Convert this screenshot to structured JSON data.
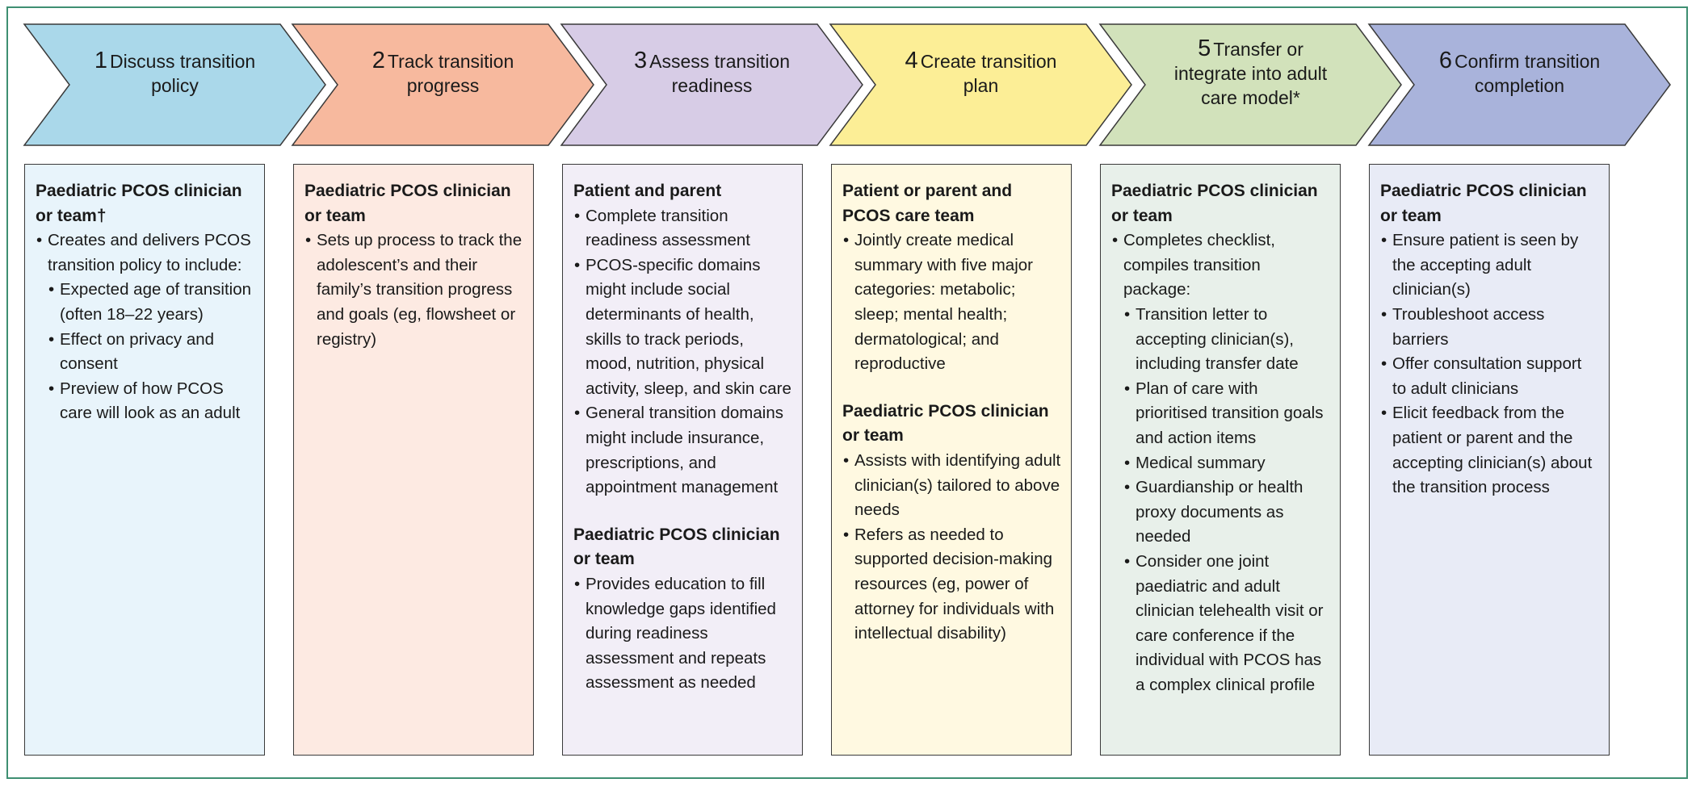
{
  "colors": {
    "border": "#3e8f72",
    "steps": [
      {
        "fill": "#aad8ea",
        "panel": "#e8f4fb"
      },
      {
        "fill": "#f7b99e",
        "panel": "#fdeae2"
      },
      {
        "fill": "#d7cce6",
        "panel": "#f2eef7"
      },
      {
        "fill": "#fcee96",
        "panel": "#fff9e1"
      },
      {
        "fill": "#d2e2bb",
        "panel": "#e8f0ea"
      },
      {
        "fill": "#a9b3db",
        "panel": "#e8ebf6"
      }
    ]
  },
  "steps": [
    {
      "num": "1",
      "title_l1": "Discuss transition",
      "title_l2": "policy",
      "title_l3": "",
      "sections": [
        {
          "head": "Paediatric PCOS clinician or team†",
          "items": [
            {
              "text": "Creates and delivers PCOS transition policy to include:",
              "sub": [
                "Expected age of transition (often 18–22 years)",
                "Effect on privacy and consent",
                "Preview of how PCOS care will look as an adult"
              ]
            }
          ]
        }
      ]
    },
    {
      "num": "2",
      "title_l1": "Track transition",
      "title_l2": "progress",
      "title_l3": "",
      "sections": [
        {
          "head": "Paediatric PCOS clinician or team",
          "items": [
            {
              "text": "Sets up process to track the adolescent’s and their family’s transition progress and goals (eg, flowsheet or registry)",
              "sub": []
            }
          ]
        }
      ]
    },
    {
      "num": "3",
      "title_l1": "Assess transition",
      "title_l2": "readiness",
      "title_l3": "",
      "sections": [
        {
          "head": "Patient and parent",
          "items": [
            {
              "text": "Complete transition readiness assessment",
              "sub": []
            },
            {
              "text": "PCOS-specific domains might include social determinants of health, skills to track periods, mood, nutrition, physical activity, sleep, and skin care",
              "sub": []
            },
            {
              "text": "General transition domains might include insurance, prescriptions, and appointment management",
              "sub": []
            }
          ]
        },
        {
          "head": "Paediatric PCOS clinician or team",
          "items": [
            {
              "text": "Provides education to fill knowledge gaps identified during readiness assessment and repeats assessment as needed",
              "sub": []
            }
          ]
        }
      ]
    },
    {
      "num": "4",
      "title_l1": "Create transition",
      "title_l2": "plan",
      "title_l3": "",
      "sections": [
        {
          "head": "Patient or parent and PCOS care team",
          "items": [
            {
              "text": "Jointly create medical summary with five major categories: metabolic; sleep; mental health; dermatological; and reproductive",
              "sub": []
            }
          ]
        },
        {
          "head": "Paediatric PCOS clinician or team",
          "items": [
            {
              "text": "Assists with identifying adult clinician(s) tailored to above needs",
              "sub": []
            },
            {
              "text": "Refers as needed to supported decision-making resources (eg, power of attorney for individuals with intellectual disability)",
              "sub": []
            }
          ]
        }
      ]
    },
    {
      "num": "5",
      "title_l1": "Transfer or",
      "title_l2": "integrate into adult",
      "title_l3": "care model*",
      "sections": [
        {
          "head": "Paediatric PCOS clinician or team",
          "items": [
            {
              "text": "Completes checklist, compiles transition package:",
              "sub": [
                "Transition letter to accepting clinician(s), including transfer date",
                "Plan of care with prioritised transition goals and action items",
                "Medical summary",
                "Guardianship or health proxy documents as needed",
                "Consider one joint paediatric and adult clinician telehealth visit or care conference if the individual with PCOS has a complex clinical profile"
              ]
            }
          ]
        }
      ]
    },
    {
      "num": "6",
      "title_l1": "Confirm transition",
      "title_l2": "completion",
      "title_l3": "",
      "sections": [
        {
          "head": "Paediatric PCOS clinician or team",
          "items": [
            {
              "text": "Ensure patient is seen by the accepting adult clinician(s)",
              "sub": []
            },
            {
              "text": "Troubleshoot access barriers",
              "sub": []
            },
            {
              "text": "Offer consultation support to adult clinicians",
              "sub": []
            },
            {
              "text": "Elicit feedback from the patient or parent and the accepting clinician(s) about the transition process",
              "sub": []
            }
          ]
        }
      ]
    }
  ]
}
